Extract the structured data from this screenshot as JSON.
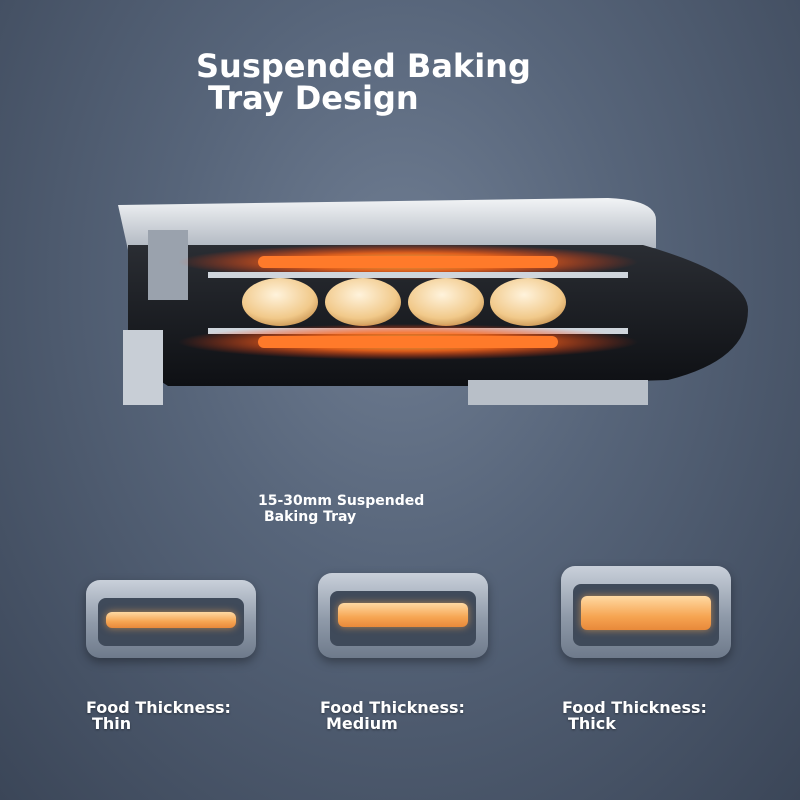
{
  "title": {
    "line1": "Suspended Baking",
    "line2": "Tray Design"
  },
  "tray_caption": {
    "line1": "15-30mm Suspended",
    "line2": "Baking Tray"
  },
  "thickness_options": [
    {
      "label": "Food Thickness:",
      "value": "Thin"
    },
    {
      "label": "Food Thickness:",
      "value": "Medium"
    },
    {
      "label": "Food Thickness:",
      "value": "Thick"
    }
  ],
  "colors": {
    "background": "#57657a",
    "heating_glow": "#ff5a1f",
    "food": "#f6a552",
    "tray_metal": "#b8c0cc"
  },
  "icons": [
    "sandwich-maker-cross-section",
    "bun-icon",
    "heating-element-icon",
    "tray-icon"
  ]
}
